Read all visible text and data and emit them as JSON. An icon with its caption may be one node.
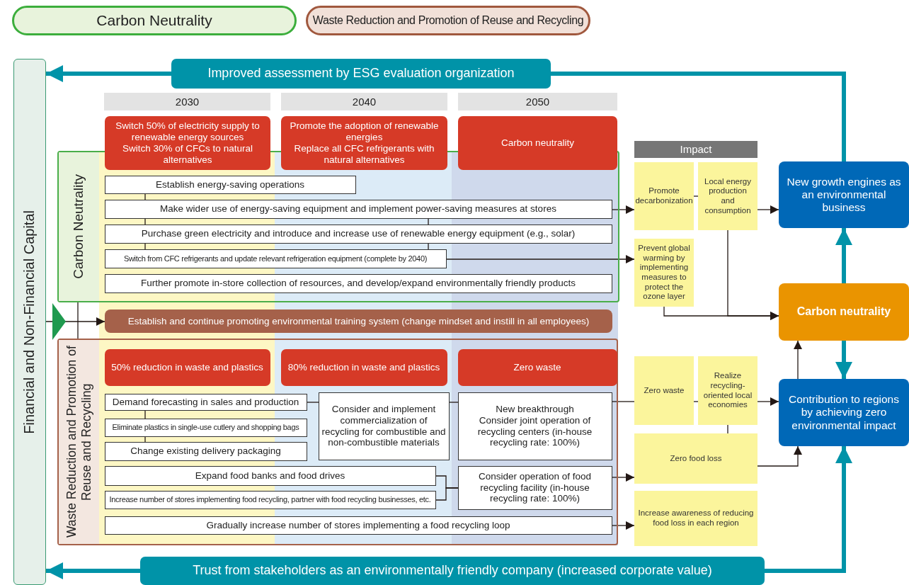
{
  "diagram": {
    "nodes": [
      {
        "text": [
          "Carbon Neutrality"
        ]
      },
      {
        "text": [
          "Waste Reduction and Promotion of Reuse and Recycling"
        ]
      },
      {
        "text": [
          "Financial and Non-Financial Capital"
        ]
      },
      {
        "text": [
          "Improved assessment by ESG evaluation organization"
        ]
      },
      {
        "text": [
          "2030"
        ]
      },
      {
        "text": [
          "2040"
        ]
      },
      {
        "text": [
          "2050"
        ]
      },
      {
        "text": [
          "Switch 50% of electricity supply to renewable energy sources",
          "Switch 30% of CFCs to natural alternatives"
        ]
      },
      {
        "text": [
          "Promote the adoption of renewable energies",
          "Replace all CFC refrigerants with natural alternatives"
        ]
      },
      {
        "text": [
          "Carbon neutrality"
        ]
      },
      {
        "text": [
          "Carbon Neutrality"
        ]
      },
      {
        "text": [
          "Establish energy-saving operations"
        ],
        "in": 10
      },
      {
        "text": [
          "Make wider use of energy-saving equipment and implement power-saving measures at stores"
        ],
        "in": 10
      },
      {
        "text": [
          "Purchase green electricity and introduce and increase use of renewable energy equipment (e.g., solar)"
        ],
        "in": 10
      },
      {
        "text": [
          "Switch from CFC refrigerants and update relevant refrigeration equipment (complete by 2040)"
        ],
        "in": 10
      },
      {
        "text": [
          "Further promote in-store collection of resources, and develop/expand environmentally friendly products"
        ],
        "in": 10
      },
      {
        "text": [
          "Impact"
        ]
      },
      {
        "text": [
          "Promote decarbonization"
        ]
      },
      {
        "text": [
          "Local energy production and consumption"
        ]
      },
      {
        "text": [
          "New growth engines as an environmental business"
        ]
      },
      {
        "text": [
          "Prevent global warming by implementing measures to protect the ozone layer"
        ]
      },
      {
        "text": [
          "Carbon neutrality"
        ]
      },
      {
        "text": [
          "Establish and continue promoting environmental training system (change mindset and instill in all employees)"
        ]
      },
      {
        "text": [
          "Waste Reduction and Promotion of Reuse and Recycling"
        ]
      },
      {
        "text": [
          "50% reduction in waste and plastics"
        ],
        "in": 23
      },
      {
        "text": [
          "80% reduction in waste and plastics"
        ],
        "in": 23
      },
      {
        "text": [
          "Zero waste"
        ],
        "in": 23
      },
      {
        "text": [
          "Demand forecasting in sales and production"
        ],
        "in": 23
      },
      {
        "text": [
          "Consider and implement commercialization of recycling for combustible and non-combustible materials"
        ],
        "in": 23
      },
      {
        "text": [
          "New breakthrough",
          "Consider joint operation of recycling centers (in-house recycling rate: 100%)"
        ],
        "in": 23
      },
      {
        "text": [
          "Eliminate plastics in single-use cutlery and shopping bags"
        ],
        "in": 23
      },
      {
        "text": [
          "Change existing delivery packaging"
        ],
        "in": 23
      },
      {
        "text": [
          "Expand food banks and food drives"
        ],
        "in": 23
      },
      {
        "text": [
          "Consider operation of food recycling facility (in-house recycling rate: 100%)"
        ],
        "in": 23
      },
      {
        "text": [
          "Increase number of stores implementing food recycling, partner with food recycling businesses, etc."
        ],
        "in": 23
      },
      {
        "text": [
          "Gradually increase number of stores implementing a food recycling loop"
        ],
        "in": 23
      },
      {
        "text": [
          "Zero waste"
        ]
      },
      {
        "text": [
          "Realize recycling-oriented local economies"
        ]
      },
      {
        "text": [
          "Contribution to regions by achieving zero environmental impact"
        ]
      },
      {
        "text": [
          "Zero food loss"
        ]
      },
      {
        "text": [
          "Increase awareness of reducing food loss in each region"
        ]
      },
      {
        "text": [
          "Trust from stakeholders as an environmentally friendly company (increased corporate value)"
        ]
      }
    ],
    "edges": [
      {
        "from": 19,
        "to": 3,
        "arrow": "none",
        "style": "thick",
        "color": "#0093a8"
      },
      {
        "from": 3,
        "to": 2,
        "arrow": "to",
        "style": "thick",
        "color": "#0093a8"
      },
      {
        "from": 2,
        "to": 22,
        "arrow": "to"
      },
      {
        "from": 11,
        "to": 12,
        "arrow": "none"
      },
      {
        "from": 12,
        "to": 13,
        "arrow": "none"
      },
      {
        "from": 12,
        "to": 13,
        "arrow": "none"
      },
      {
        "from": 13,
        "to": 14,
        "arrow": "none"
      },
      {
        "from": 13,
        "to": 14,
        "arrow": "none"
      },
      {
        "from": 12,
        "to": 17,
        "arrow": "to"
      },
      {
        "from": 14,
        "to": 20,
        "arrow": "to"
      },
      {
        "from": 17,
        "to": 18,
        "arrow": "none"
      },
      {
        "from": 18,
        "to": 19,
        "arrow": "to"
      },
      {
        "from": 18,
        "to": 21,
        "arrow": "to"
      },
      {
        "from": 20,
        "to": 21,
        "arrow": "to"
      },
      {
        "from": 21,
        "to": 19,
        "arrow": "to",
        "style": "thick",
        "color": "#0093a8"
      },
      {
        "from": 21,
        "to": 38,
        "arrow": "to",
        "style": "thick",
        "color": "#0093a8"
      },
      {
        "from": 27,
        "to": 30,
        "arrow": "none"
      },
      {
        "from": 30,
        "to": 31,
        "arrow": "none"
      },
      {
        "from": 27,
        "to": 28,
        "arrow": "none"
      },
      {
        "from": 28,
        "to": 29,
        "arrow": "none"
      },
      {
        "from": 29,
        "to": 36,
        "arrow": "none"
      },
      {
        "from": 36,
        "to": 37,
        "arrow": "none"
      },
      {
        "from": 37,
        "to": 38,
        "arrow": "to"
      },
      {
        "from": 37,
        "to": 39,
        "arrow": "none"
      },
      {
        "from": 32,
        "to": 33,
        "arrow": "none"
      },
      {
        "from": 34,
        "to": 33,
        "arrow": "none"
      },
      {
        "from": 33,
        "to": 39,
        "arrow": "to"
      },
      {
        "from": 35,
        "to": 40,
        "arrow": "to"
      },
      {
        "from": 39,
        "to": 38,
        "arrow": "to"
      },
      {
        "from": 38,
        "to": 21,
        "arrow": "to"
      },
      {
        "from": 41,
        "to": 38,
        "arrow": "to",
        "style": "thick",
        "color": "#0093a8"
      },
      {
        "from": 41,
        "to": 2,
        "arrow": "to",
        "style": "thick",
        "color": "#0093a8"
      },
      {
        "from": 10,
        "to": 23,
        "arrow": "none"
      }
    ]
  }
}
